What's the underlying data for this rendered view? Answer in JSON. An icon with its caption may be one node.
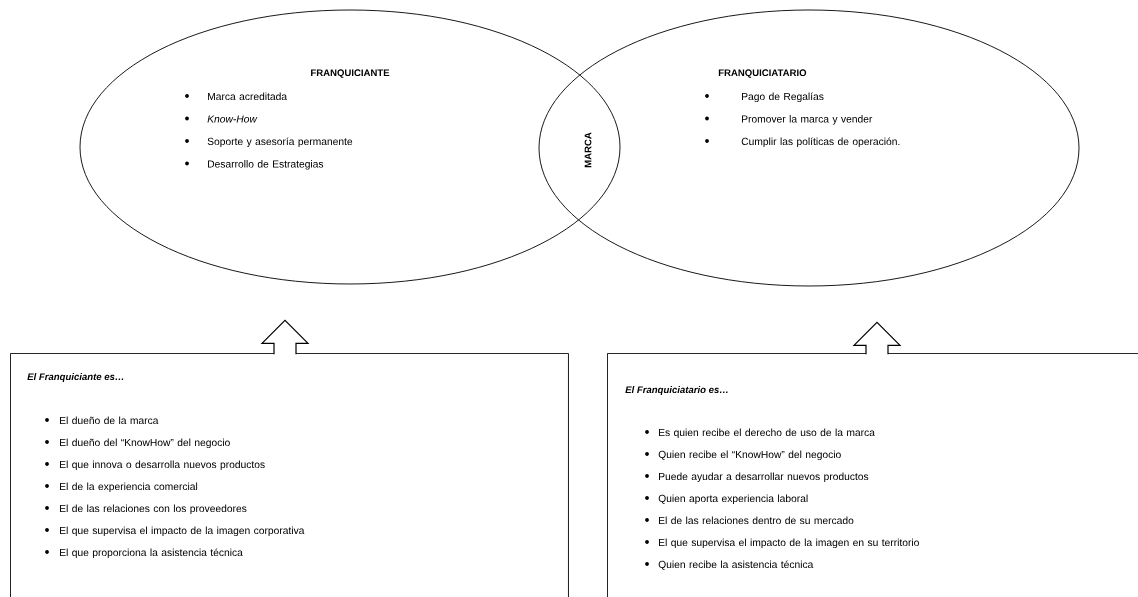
{
  "diagram": {
    "nodes": [
      {
        "text": [
          "FRANQUICIANTE",
          "Marca acreditada",
          "Know-How",
          "Soporte y asesoría permanente",
          "Desarrollo de Estrategias"
        ]
      },
      {
        "text": [
          "FRANQUICIATARIO",
          "Pago de Regalías",
          "Promover la marca y vender",
          "Cumplir las políticas de operación."
        ]
      },
      {
        "text": [
          "El Franquiciante es…",
          "El dueño de la marca",
          "El dueño del “KnowHow” del negocio",
          "El que innova o desarrolla nuevos productos",
          "El de la experiencia comercial",
          "El de las relaciones con los proveedores",
          "El que supervisa el impacto de la imagen corporativa",
          "El que proporciona la asistencia técnica"
        ]
      },
      {
        "text": [
          "El Franquiciatario es…",
          "Es quien recibe el derecho de uso de la marca",
          "Quien recibe el “KnowHow” del negocio",
          "Puede ayudar a desarrollar nuevos productos",
          "Quien aporta experiencia laboral",
          "El de las relaciones dentro de su mercado",
          "El que supervisa el impacto de la imagen en su territorio",
          "Quien recibe la asistencia técnica"
        ]
      }
    ],
    "edges": [
      {
        "from": 2,
        "to": 0,
        "arrow": "to"
      },
      {
        "from": 3,
        "to": 1,
        "arrow": "to"
      }
    ],
    "labels": [
      "MARCA"
    ]
  }
}
